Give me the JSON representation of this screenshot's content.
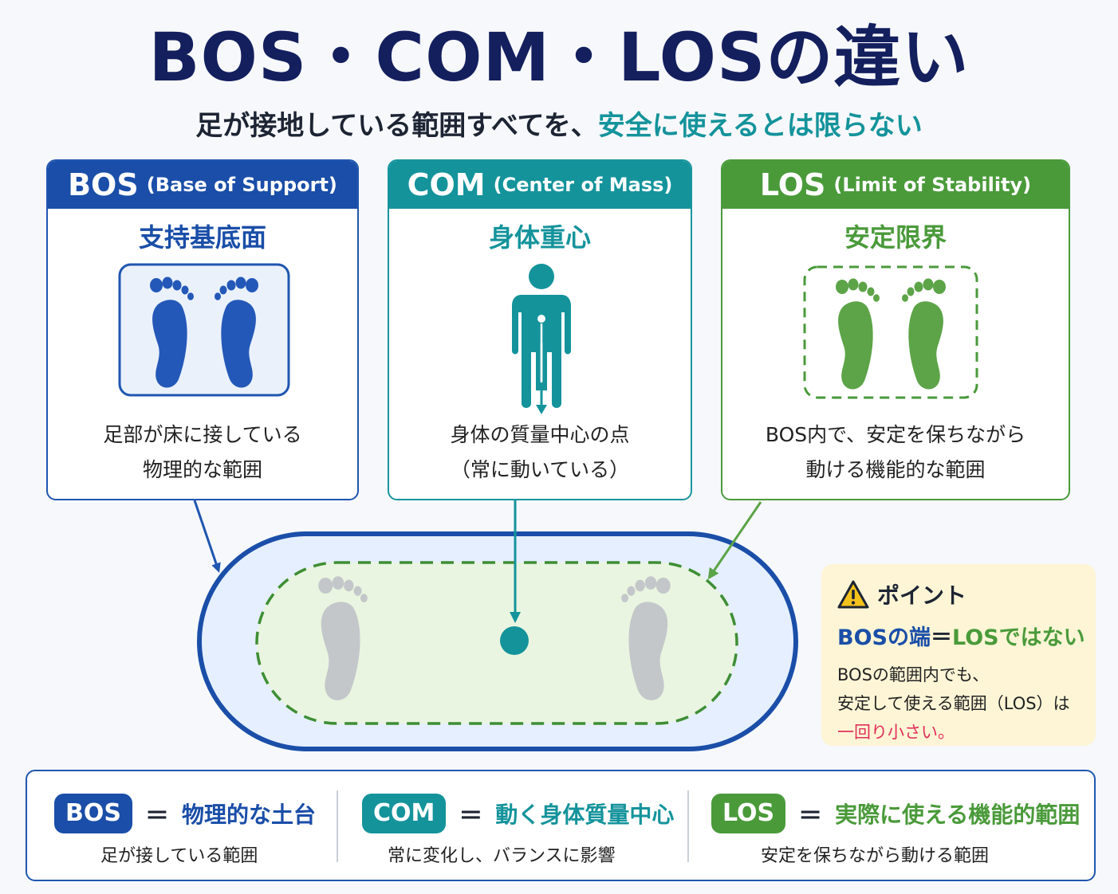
{
  "title": "BOS・COM・LOSの違い",
  "subtitle": {
    "part1": "足が接地している範囲すべてを、",
    "highlight": "安全に使えるとは限らない"
  },
  "colors": {
    "bos": "#1a4ea8",
    "com": "#14939b",
    "los": "#4a9a3a",
    "alert": "#e0305a"
  },
  "cards": {
    "bos": {
      "abbr": "BOS",
      "full": "(Base of Support)",
      "jp": "支持基底面",
      "desc": [
        "足部が床に接している",
        "物理的な範囲"
      ],
      "icon": "feet-solid-icon"
    },
    "com": {
      "abbr": "COM",
      "full": "(Center of Mass)",
      "jp": "身体重心",
      "desc": [
        "身体の質量中心の点",
        "（常に動いている）"
      ],
      "icon": "person-center-of-mass-icon"
    },
    "los": {
      "abbr": "LOS",
      "full": "(Limit of Stability)",
      "jp": "安定限界",
      "desc": [
        "BOS内で、安定を保ちながら",
        "動ける機能的な範囲"
      ],
      "icon": "feet-dashed-boundary-icon"
    }
  },
  "point": {
    "heading": "ポイント",
    "key": {
      "bos": "BOSの端",
      "eq": "＝",
      "los": "LOSではない"
    },
    "body": [
      "BOSの範囲内でも、",
      "安定して使える範囲（LOS）は"
    ],
    "emphasis": "一回り小さい。"
  },
  "summary": [
    {
      "badge": "BOS",
      "eq": "＝",
      "term": "物理的な土台",
      "desc": "足が接している範囲"
    },
    {
      "badge": "COM",
      "eq": "＝",
      "term": "動く身体質量中心",
      "desc": "常に変化し、バランスに影響"
    },
    {
      "badge": "LOS",
      "eq": "＝",
      "term": "実際に使える機能的範囲",
      "desc": "安定を保ちながら動ける範囲"
    }
  ]
}
